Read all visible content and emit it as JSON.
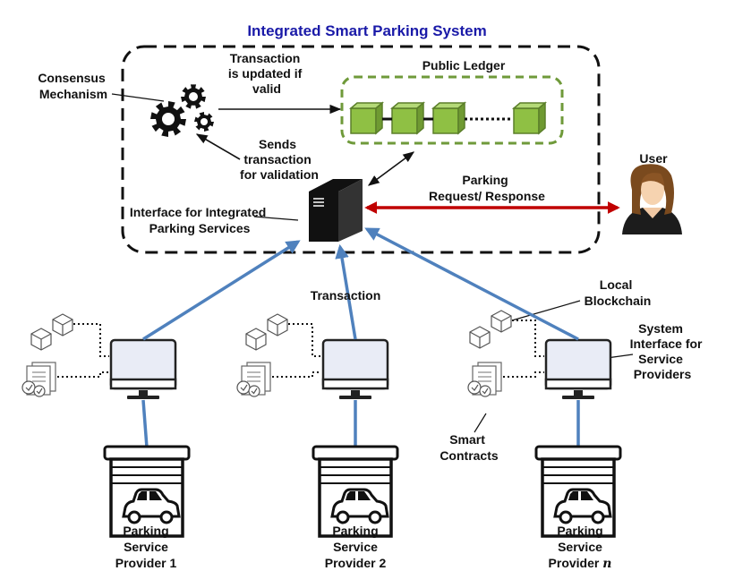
{
  "title": "Integrated Smart Parking System",
  "colors": {
    "title": "#1a1aa8",
    "blockchain_green": "#8fc044",
    "ledger_border": "#6f9a3a",
    "request_arrow": "#c00000",
    "transaction_arrow": "#4f81bd",
    "monitor_screen": "#eef0f8",
    "dark": "#111111"
  },
  "labels": {
    "consensus": [
      "Consensus",
      "Mechanism"
    ],
    "tx_updated": [
      "Transaction",
      "is updated if",
      "valid"
    ],
    "public_ledger": "Public Ledger",
    "sends": [
      "Sends",
      "transaction",
      "for validation"
    ],
    "interface": [
      "Interface for Integrated",
      "Parking Services"
    ],
    "parking_request": [
      "Parking",
      "Request/ Response"
    ],
    "user": "User",
    "transaction": "Transaction",
    "local_blockchain": [
      "Local",
      "Blockchain"
    ],
    "system_interface": [
      "System",
      "Interface for",
      "Service",
      "Providers"
    ],
    "smart_contracts": [
      "Smart",
      "Contracts"
    ]
  },
  "providers": [
    {
      "lines": [
        "Parking",
        "Service",
        "Provider 1"
      ]
    },
    {
      "lines": [
        "Parking",
        "Service",
        "Provider 2"
      ]
    },
    {
      "lines": [
        "Parking",
        "Service",
        "Provider "
      ],
      "suffix": "n"
    }
  ]
}
